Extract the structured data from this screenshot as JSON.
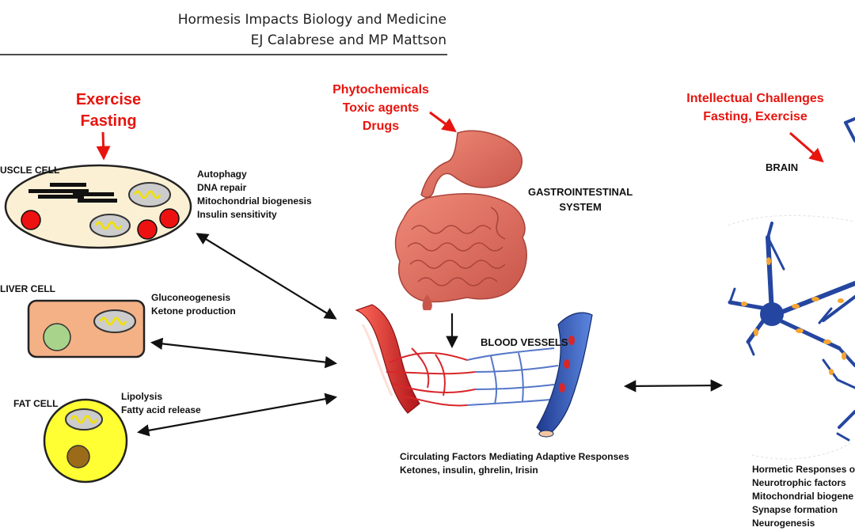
{
  "header": {
    "title": "Hormesis Impacts Biology and Medicine",
    "authors": "EJ Calabrese and MP Mattson"
  },
  "stressors": {
    "left": [
      "Exercise",
      "Fasting"
    ],
    "center": [
      "Phytochemicals",
      "Toxic agents",
      "Drugs"
    ],
    "right": [
      "Intellectual Challenges",
      "Fasting, Exercise"
    ]
  },
  "cells": {
    "muscle": {
      "label": "USCLE CELL",
      "effects": [
        "Autophagy",
        "DNA repair",
        "Mitochondrial biogenesis",
        "Insulin sensitivity"
      ]
    },
    "liver": {
      "label": "LIVER CELL",
      "effects": [
        "Gluconeogenesis",
        "Ketone production"
      ]
    },
    "fat": {
      "label": "FAT CELL",
      "effects": [
        "Lipolysis",
        "Fatty acid release"
      ]
    }
  },
  "organs": {
    "gi": [
      "GASTROINTESTINAL",
      "SYSTEM"
    ],
    "blood": "BLOOD VESSELS",
    "brain": "BRAIN"
  },
  "circulating": [
    "Circulating Factors Mediating Adaptive Responses",
    "Ketones, insulin, ghrelin, Irisin"
  ],
  "brain_responses": [
    "Hormetic Responses o",
    "Neurotrophic factors",
    "Mitochondrial biogene",
    "Synapse formation",
    "Neurogenesis"
  ],
  "colors": {
    "stressor": "#e8140e",
    "artery": "#d8262a",
    "vein": "#2f4fa8",
    "neuron": "#2546a0",
    "muscle_fill": "#fbf0d4",
    "liver_fill": "#f4b186",
    "fat_fill": "#ffff33"
  }
}
